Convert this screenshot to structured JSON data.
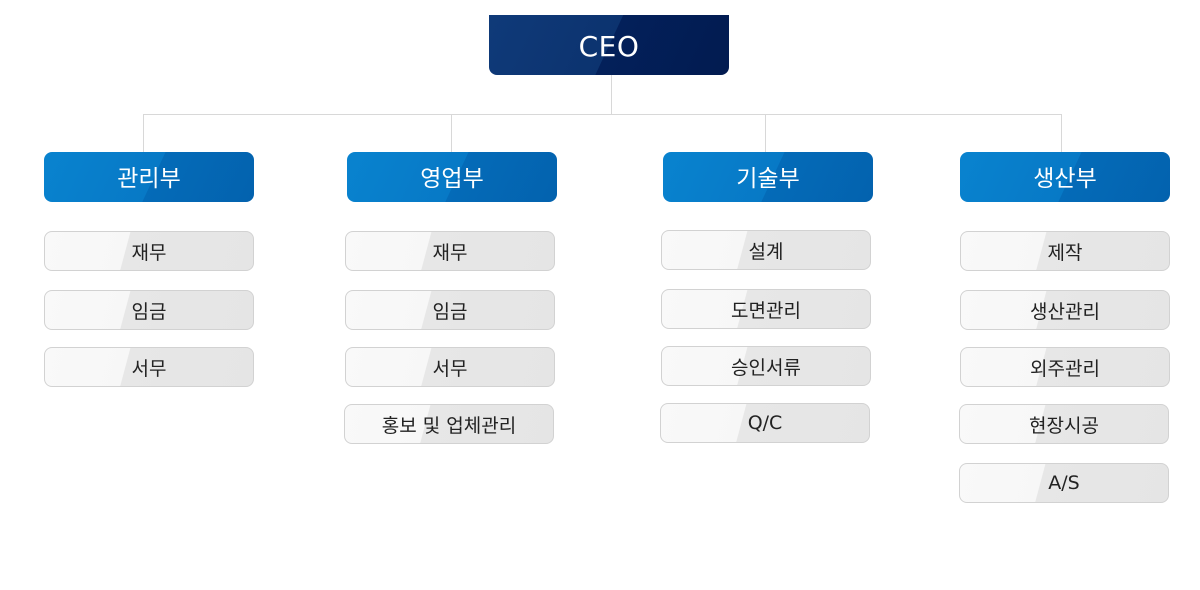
{
  "org_chart": {
    "ceo": "CEO",
    "departments": [
      {
        "name": "관리부",
        "items": [
          "재무",
          "임금",
          "서무"
        ]
      },
      {
        "name": "영업부",
        "items": [
          "재무",
          "임금",
          "서무",
          "홍보 및 업체관리"
        ]
      },
      {
        "name": "기술부",
        "items": [
          "설계",
          "도면관리",
          "승인서류",
          "Q/C"
        ]
      },
      {
        "name": "생산부",
        "items": [
          "제작",
          "생산관리",
          "외주관리",
          "현장시공",
          "A/S"
        ]
      }
    ]
  },
  "colors": {
    "ceo_fill": "#0c336f",
    "department_fill": "#0779c6",
    "item_fill": "#f7f7f7",
    "item_border": "#d2d2d2",
    "connector": "#d8d8d8"
  }
}
